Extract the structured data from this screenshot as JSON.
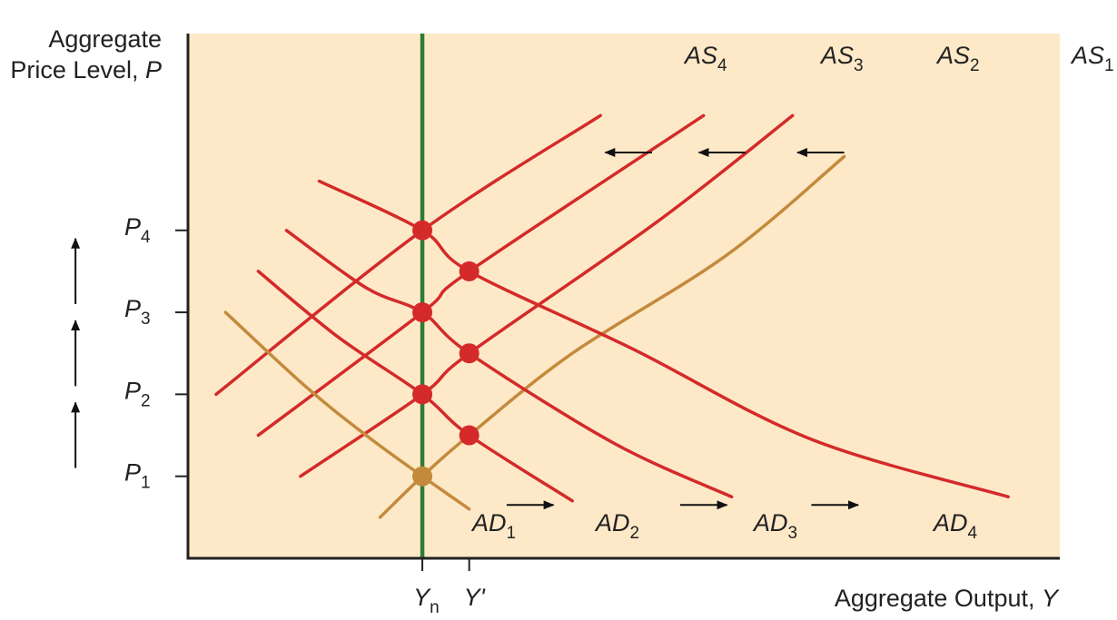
{
  "chart_data": {
    "type": "line",
    "title": "",
    "xlabel": {
      "text": "Aggregate Output, ",
      "var": "Y"
    },
    "ylabel": {
      "line1": "Aggregate",
      "line2": "Price Level, ",
      "var": "P"
    },
    "background_color": "#fde9c8",
    "colors": {
      "as1_ad1": "#c48a3c",
      "shifted": "#d42a2a",
      "natural_output": "#2e7d32",
      "arrow": "#111111",
      "axis": "#222222"
    },
    "y_ticks": [
      {
        "base": "P",
        "sub": "1",
        "value": 1
      },
      {
        "base": "P",
        "sub": "2",
        "value": 2
      },
      {
        "base": "P",
        "sub": "3",
        "value": 3
      },
      {
        "base": "P",
        "sub": "4",
        "value": 4
      }
    ],
    "x_ticks": [
      {
        "base": "Y",
        "sub": "n",
        "value": 1.0
      },
      {
        "base": "Y'",
        "sub": "",
        "value": 1.2
      }
    ],
    "natural_output": {
      "x": 1.0
    },
    "series": [
      {
        "base": "AS",
        "sub": "1",
        "kind": "AS",
        "color_key": "as1_ad1",
        "points": [
          [
            0.82,
            0.5
          ],
          [
            1.0,
            1.0
          ],
          [
            1.2,
            1.5
          ],
          [
            1.64,
            2.5
          ],
          [
            2.3,
            3.7
          ],
          [
            2.8,
            4.9
          ]
        ]
      },
      {
        "base": "AS",
        "sub": "2",
        "kind": "AS",
        "color_key": "shifted",
        "points": [
          [
            0.48,
            1.0
          ],
          [
            1.0,
            2.0
          ],
          [
            1.2,
            2.5
          ],
          [
            2.0,
            4.1
          ],
          [
            2.58,
            5.4
          ]
        ]
      },
      {
        "base": "AS",
        "sub": "3",
        "kind": "AS",
        "color_key": "shifted",
        "points": [
          [
            0.3,
            1.5
          ],
          [
            1.0,
            3.0
          ],
          [
            1.2,
            3.5
          ],
          [
            2.2,
            5.4
          ]
        ]
      },
      {
        "base": "AS",
        "sub": "4",
        "kind": "AS",
        "color_key": "shifted",
        "points": [
          [
            0.12,
            2.0
          ],
          [
            1.0,
            4.0
          ],
          [
            1.76,
            5.4
          ]
        ]
      },
      {
        "base": "AD",
        "sub": "1",
        "kind": "AD",
        "color_key": "as1_ad1",
        "points": [
          [
            0.16,
            3.0
          ],
          [
            0.5,
            2.1
          ],
          [
            0.76,
            1.5
          ],
          [
            1.0,
            1.0
          ],
          [
            1.2,
            0.6
          ]
        ]
      },
      {
        "base": "AD",
        "sub": "2",
        "kind": "AD",
        "color_key": "shifted",
        "points": [
          [
            0.3,
            3.5
          ],
          [
            0.64,
            2.7
          ],
          [
            1.0,
            2.0
          ],
          [
            1.2,
            1.5
          ],
          [
            1.64,
            0.7
          ]
        ]
      },
      {
        "base": "AD",
        "sub": "3",
        "kind": "AD",
        "color_key": "shifted",
        "points": [
          [
            0.42,
            4.0
          ],
          [
            0.76,
            3.3
          ],
          [
            1.0,
            3.0
          ],
          [
            1.2,
            2.5
          ],
          [
            1.82,
            1.4
          ],
          [
            2.32,
            0.75
          ]
        ]
      },
      {
        "base": "AD",
        "sub": "4",
        "kind": "AD",
        "color_key": "shifted",
        "points": [
          [
            0.56,
            4.6
          ],
          [
            1.0,
            4.0
          ],
          [
            1.2,
            3.5
          ],
          [
            1.9,
            2.55
          ],
          [
            2.66,
            1.45
          ],
          [
            3.5,
            0.75
          ]
        ]
      }
    ],
    "equilibria": [
      {
        "x": 1.0,
        "y": 1.0,
        "color_key": "as1_ad1"
      },
      {
        "x": 1.2,
        "y": 1.5,
        "color_key": "shifted"
      },
      {
        "x": 1.0,
        "y": 2.0,
        "color_key": "shifted"
      },
      {
        "x": 1.2,
        "y": 2.5,
        "color_key": "shifted"
      },
      {
        "x": 1.0,
        "y": 3.0,
        "color_key": "shifted"
      },
      {
        "x": 1.2,
        "y": 3.5,
        "color_key": "shifted"
      },
      {
        "x": 1.0,
        "y": 4.0,
        "color_key": "shifted"
      }
    ],
    "shift_arrows": {
      "ad_right": [
        {
          "from": [
            1.36,
            0.65
          ],
          "to": [
            1.56,
            0.65
          ]
        },
        {
          "from": [
            2.1,
            0.65
          ],
          "to": [
            2.3,
            0.65
          ]
        },
        {
          "from": [
            2.66,
            0.65
          ],
          "to": [
            2.86,
            0.65
          ]
        }
      ],
      "as_left": [
        {
          "from": [
            2.8,
            4.95
          ],
          "to": [
            2.6,
            4.95
          ]
        },
        {
          "from": [
            2.38,
            4.95
          ],
          "to": [
            2.18,
            4.95
          ]
        },
        {
          "from": [
            1.98,
            4.95
          ],
          "to": [
            1.78,
            4.95
          ]
        }
      ],
      "price_up": [
        {
          "from": [
            -0.48,
            1.1
          ],
          "to": [
            -0.48,
            1.9
          ]
        },
        {
          "from": [
            -0.48,
            2.1
          ],
          "to": [
            -0.48,
            2.9
          ]
        },
        {
          "from": [
            -0.48,
            3.1
          ],
          "to": [
            -0.48,
            3.9
          ]
        }
      ]
    },
    "xlim": [
      0,
      3.72
    ],
    "ylim": [
      0,
      6.4
    ],
    "grid": false
  }
}
